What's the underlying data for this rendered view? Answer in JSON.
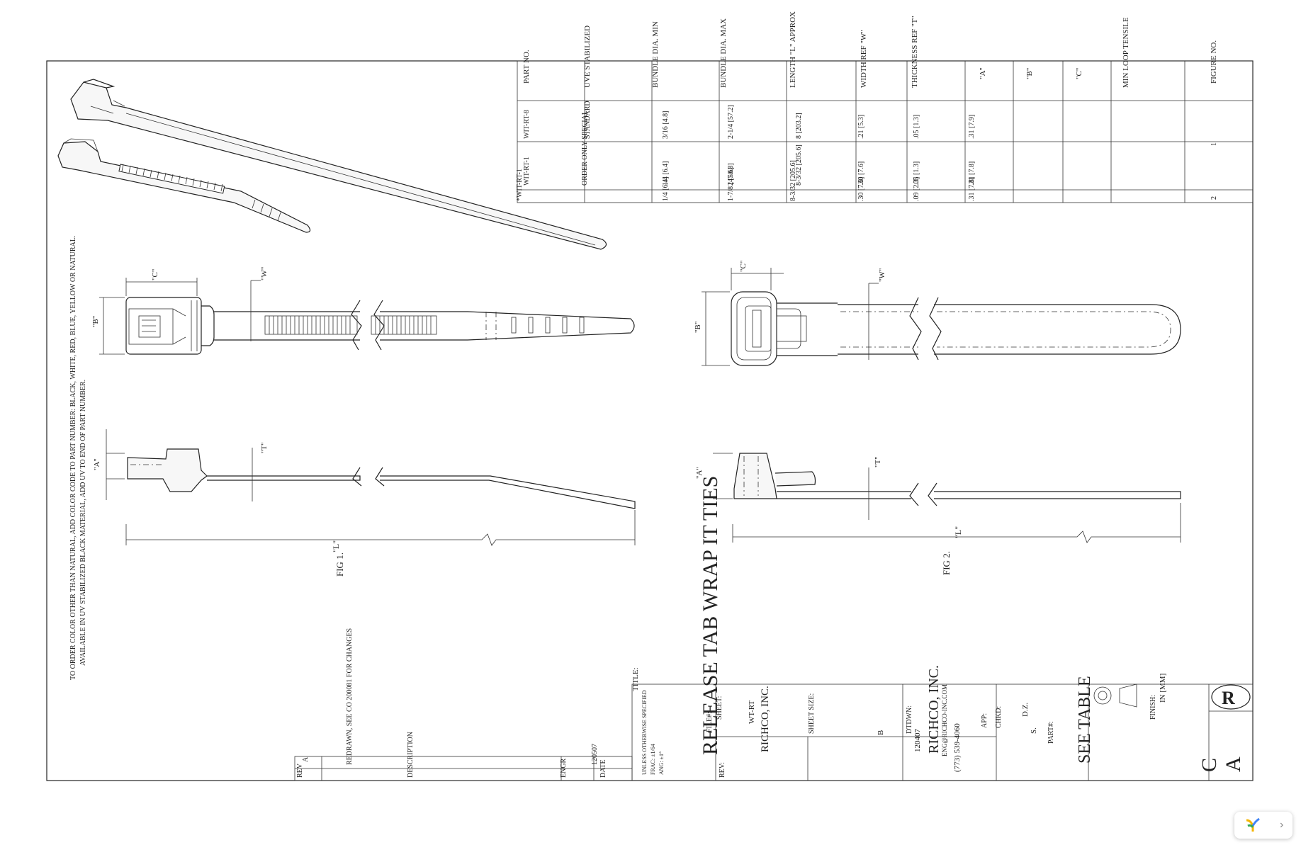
{
  "drawing": {
    "title_label": "TITLE:",
    "title": "RELEASE TAB WRAP IT TIES",
    "company_name": "RICHCO, INC.",
    "company_email": "ENG@RICHCO-INC.COM",
    "company_phone": "(773) 539-4060",
    "file_label": "FILE#:",
    "file_value": "WT-RT",
    "sheet_label": "SHEET:",
    "sheet_size_label": "SHEET SIZE:",
    "sheet_size_value": "B",
    "dtdwn_label": "DTDWN:",
    "dtdwn_value": "120407",
    "app_label": "APP:",
    "app_value": "D.Z.",
    "chkd_label": "CHKD:",
    "chkd_value": "S.",
    "part_label": "PART#:",
    "part_value": "SEE TABLE",
    "finish_label": "FINISH:",
    "units_label": "IN [MM]",
    "rev_label": "REV:",
    "rev_big": "A",
    "size_big": "C",
    "tolerance_label": "UNLESS OTHERWISE SPECIFIED",
    "tolerance_frac": "FRAC: ±1/64",
    "tolerance_ang": "ANG: ±1°",
    "logo_text": "R"
  },
  "revision_block": {
    "rev_header": "REV",
    "description_header": "DESCRIPTION",
    "engr_header": "ENGR",
    "date_header": "DATE",
    "rows": [
      {
        "rev": "A",
        "description": "REDRAWN, SEE CO 200081 FOR CHANGES",
        "engr": "",
        "date": "120507"
      }
    ]
  },
  "notes": {
    "line1": "TO ORDER COLOR OTHER THAN NATURAL, ADD COLOR CODE TO PART NUMBER: BLACK, WHITE, RED, BLUE, YELLOW OR NATURAL.",
    "line2": "AVAILABLE IN UV STABILIZED BLACK MATERIAL, ADD UV TO END OF PART NUMBER."
  },
  "figures": {
    "fig1_label": "FIG 1.",
    "fig2_label": "FIG 2.",
    "dim_a": "\"A\"",
    "dim_b": "\"B\"",
    "dim_c": "\"C\"",
    "dim_w": "\"W\"",
    "dim_t": "\"T\"",
    "dim_l": "\"L\""
  },
  "spec_table": {
    "headers": [
      "PART NO.",
      "UVE STABILIZED",
      "BUNDLE DIA. MIN",
      "BUNDLE DIA. MAX",
      "LENGTH \"L\" APPROX",
      "WIDTH REF \"W\"",
      "THICKNESS REF \"T\"",
      "\"A\"",
      "\"B\"",
      "\"C\"",
      "MIN LOOP TENSILE",
      "FIGURE NO."
    ],
    "rows": [
      [
        "WIT-RT-8",
        "STANDARD",
        "3/16 [4.8]",
        "2-1/4 [57.2]",
        "8 [203.2]",
        ".21 [5.3]",
        ".05 [1.3]",
        ".31 [7.9]",
        "",
        "",
        "",
        "1"
      ],
      [
        "WIT-RT-1",
        "ORDER ONLY SPECIAL",
        "1/4 [6.4]",
        "2 [50.8]",
        "8-3/32 [205.6]",
        ".30 [7.6]",
        ".05 [1.3]",
        ".31 [7.8]",
        "",
        "",
        "",
        ""
      ],
      [
        "*WIT-RT-1",
        "",
        "1/4 [6.4]",
        "1-7/8 [47.6]",
        "8-3/32 [205.6]",
        ".30 [7.6]",
        ".09 [2.3]",
        ".31 [7.8]",
        "",
        "",
        "",
        "2"
      ]
    ]
  }
}
